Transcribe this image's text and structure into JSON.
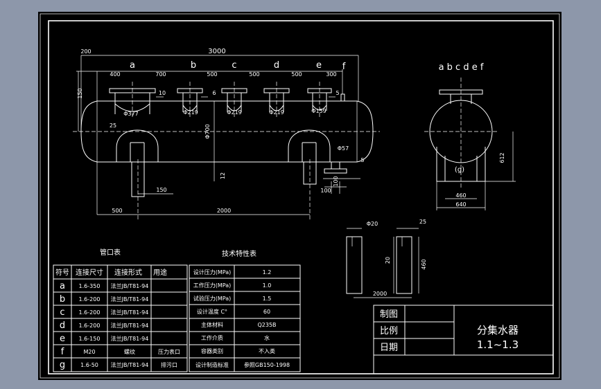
{
  "drawing": {
    "overall_length": "3000",
    "left_offset": "200",
    "height_label_left": "150",
    "nozzle_letters": [
      "a",
      "b",
      "c",
      "d",
      "e",
      "f"
    ],
    "spacings": [
      "400",
      "700",
      "500",
      "500",
      "500",
      "300"
    ],
    "nozzle_diameters": [
      "Φ377",
      "Φ219",
      "Φ219",
      "Φ219",
      "Φ159"
    ],
    "shell_diameter": "Φ700",
    "plate_thickness": "12",
    "head_dim": "25",
    "flange_gap_a": "10",
    "flange_gap_b": "6",
    "flange_gap_e": "5",
    "saddle_width": "150",
    "saddle_left_offset": "500",
    "saddle_span": "2000",
    "outlet_dims": [
      "Φ57",
      "5",
      "100",
      "100"
    ],
    "side_view_label": "a b c d e f",
    "side_view_height": "612",
    "side_view_width_inner": "460",
    "side_view_width_outer": "640",
    "side_view_marker": "(g)",
    "saddle_detail": {
      "diameter": "Φ20",
      "dim_25": "25",
      "dim_20": "20",
      "height": "460",
      "length": "2000"
    }
  },
  "nozzle_table": {
    "title": "管口表",
    "headers": [
      "符号",
      "连接尺寸",
      "连接形式",
      "用途"
    ],
    "rows": [
      [
        "a",
        "1.6-350",
        "法兰JB/T81-94",
        ""
      ],
      [
        "b",
        "1.6-200",
        "法兰JB/T81-94",
        ""
      ],
      [
        "c",
        "1.6-200",
        "法兰JB/T81-94",
        ""
      ],
      [
        "d",
        "1.6-200",
        "法兰JB/T81-94",
        ""
      ],
      [
        "e",
        "1.6-150",
        "法兰JB/T81-94",
        ""
      ],
      [
        "f",
        "M20",
        "螺纹",
        "压力表口"
      ],
      [
        "g",
        "1.6-50",
        "法兰JB/T81-94",
        "排污口"
      ]
    ]
  },
  "tech_table": {
    "title": "技术特性表",
    "rows": [
      [
        "设计压力(MPa)",
        "1.2"
      ],
      [
        "工作压力(MPa)",
        "1.0"
      ],
      [
        "试验压力(MPa)",
        "1.5"
      ],
      [
        "设计温度 C°",
        "60"
      ],
      [
        "主体材料",
        "Q235B"
      ],
      [
        "工作介质",
        "水"
      ],
      [
        "容器类别",
        "不入类"
      ],
      [
        "设计制造标准",
        "参照GB150-1998"
      ]
    ]
  },
  "title_block": {
    "labels": [
      "制图",
      "比例",
      "日期"
    ],
    "name": "分集水器",
    "scale": "1.1~1.3"
  }
}
